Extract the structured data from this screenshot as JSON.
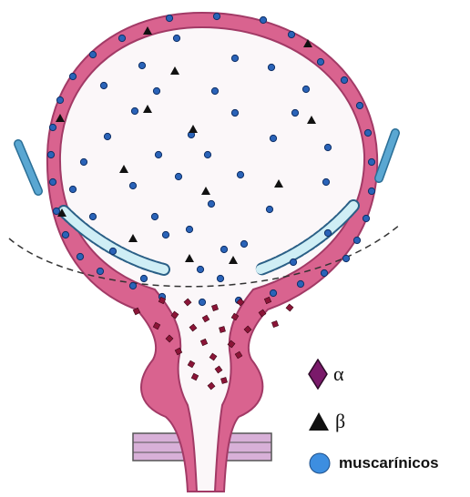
{
  "colors": {
    "wall": "#d9638f",
    "wall_stroke": "#a23a66",
    "lumen": "#fbf7f9",
    "ureter": "#5aa7d2",
    "ureter_inner": "#cfeef5",
    "alpha_receptor": "#8b1538",
    "beta_receptor": "#111111",
    "muscarinic_receptor": "#2a63b8",
    "pelvic_floor": "#d8b0d8"
  },
  "legend": {
    "alpha": {
      "label": "α",
      "icon": "diamond-icon",
      "color": "#7a1a6a"
    },
    "beta": {
      "label": "β",
      "icon": "triangle-icon",
      "color": "#111111"
    },
    "muscarinic": {
      "label": "muscarínicos",
      "icon": "circle-icon",
      "color": "#3d8ee0"
    }
  }
}
